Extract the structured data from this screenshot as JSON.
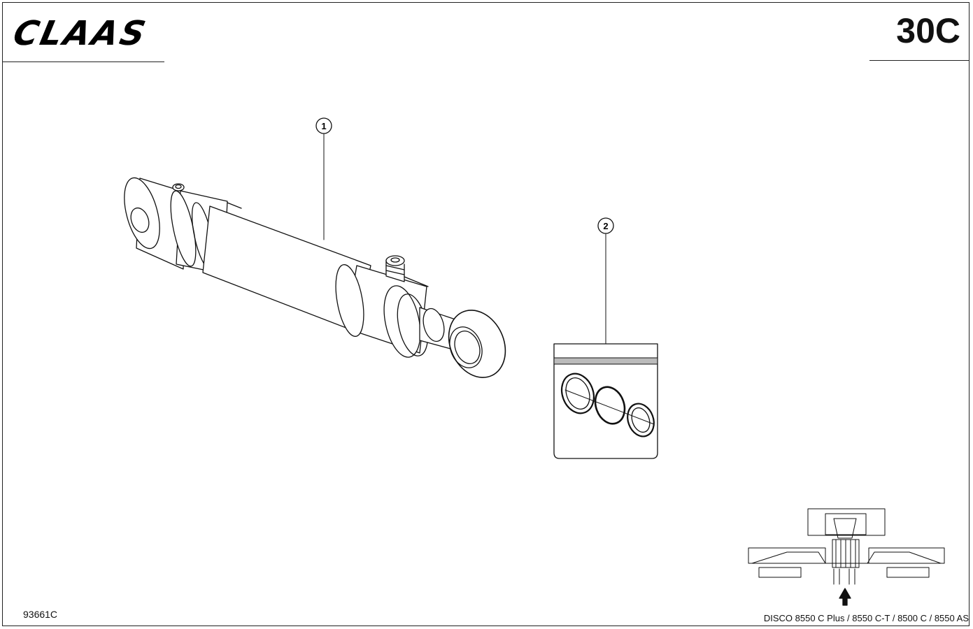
{
  "header": {
    "brand": "CLAAS",
    "page_number": "30C"
  },
  "drawing": {
    "callouts": [
      {
        "number": "1",
        "part": "hydraulic cylinder"
      },
      {
        "number": "2",
        "part": "seal kit"
      }
    ],
    "icons": [
      "claas-logo",
      "hydraulic-cylinder-icon",
      "seal-kit-icon",
      "location-arrow-icon",
      "machine-overview-icon"
    ]
  },
  "footer": {
    "figure_number": "93661C",
    "models": "DISCO 8550 C Plus / 8550 C-T / 8500 C / 8550 AS"
  }
}
